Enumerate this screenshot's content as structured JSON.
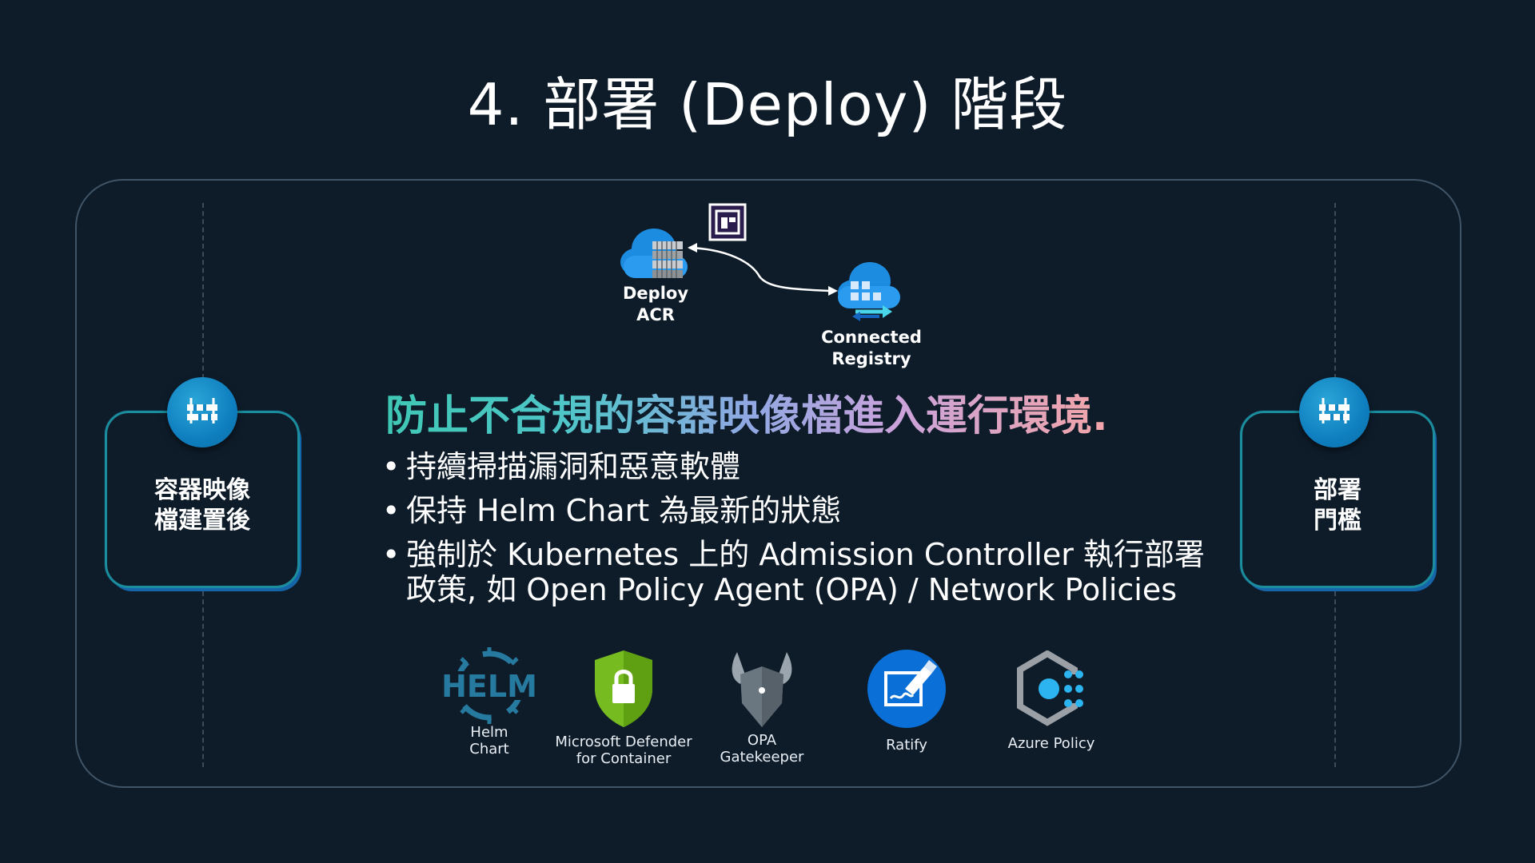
{
  "title": "4. 部署 (Deploy) 階段",
  "left_gate": {
    "line1": "容器映像",
    "line2": "檔建置後"
  },
  "right_gate": {
    "line1": "部署",
    "line2": "門檻"
  },
  "diagram": {
    "deploy_acr": {
      "line1": "Deploy",
      "line2": "ACR"
    },
    "connected_registry": {
      "line1": "Connected",
      "line2": "Registry"
    }
  },
  "headline": "防止不合規的容器映像檔進入運行環境.",
  "bullets": [
    "持續掃描漏洞和惡意軟體",
    "保持 Helm Chart 為最新的狀態",
    "強制於 Kubernetes 上的 Admission Controller 執行部署政策,  如 Open Policy Agent (OPA) / Network Policies"
  ],
  "tools": [
    {
      "line1": "Helm",
      "line2": "Chart",
      "logo_text": "HELM",
      "icon": "helm-icon"
    },
    {
      "line1": "Microsoft Defender",
      "line2": "for Container",
      "icon": "defender-shield-icon"
    },
    {
      "line1": "OPA",
      "line2": "Gatekeeper",
      "icon": "opa-gatekeeper-icon"
    },
    {
      "line1": "Ratify",
      "line2": "",
      "icon": "ratify-icon"
    },
    {
      "line1": "Azure Policy",
      "line2": "",
      "icon": "azure-policy-icon"
    }
  ],
  "colors": {
    "background": "#0e1c2a",
    "accent_teal": "#1b8d9c",
    "accent_blue": "#0f7fbf"
  }
}
